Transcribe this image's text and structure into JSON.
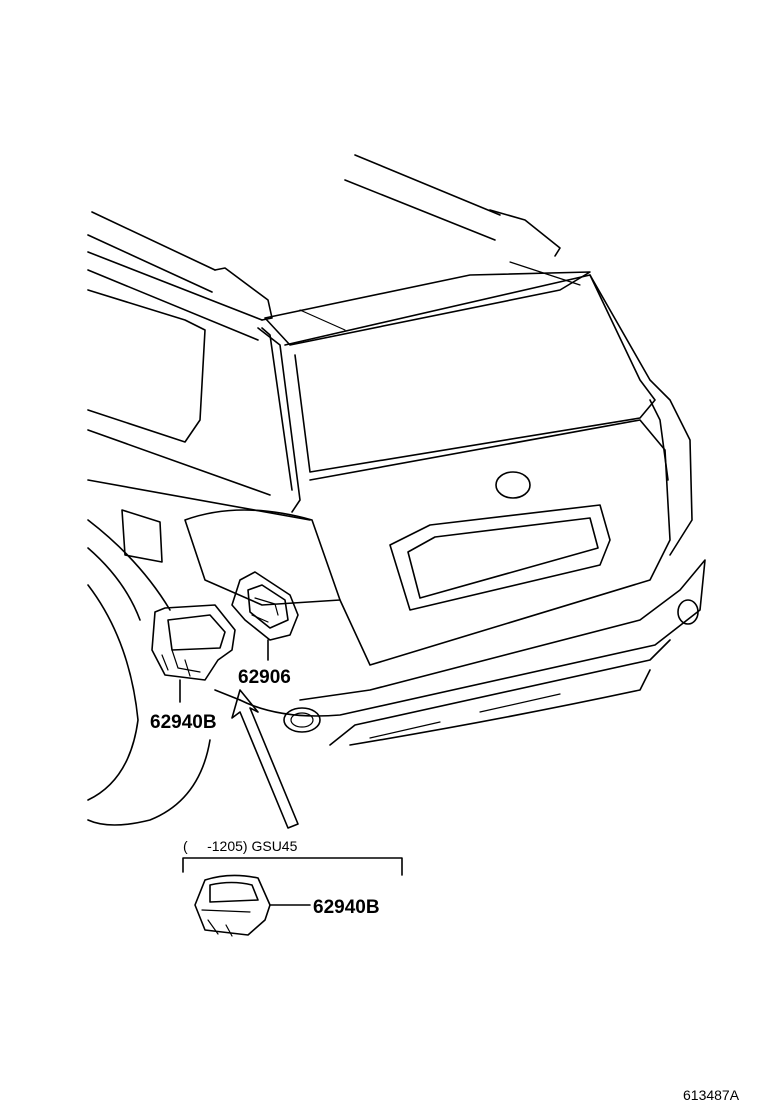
{
  "parts": [
    {
      "id": "62906"
    },
    {
      "id": "62940B"
    },
    {
      "id": "62940B"
    }
  ],
  "applicability_note": "(     -1205) GSU45",
  "figure_id": "613487A"
}
